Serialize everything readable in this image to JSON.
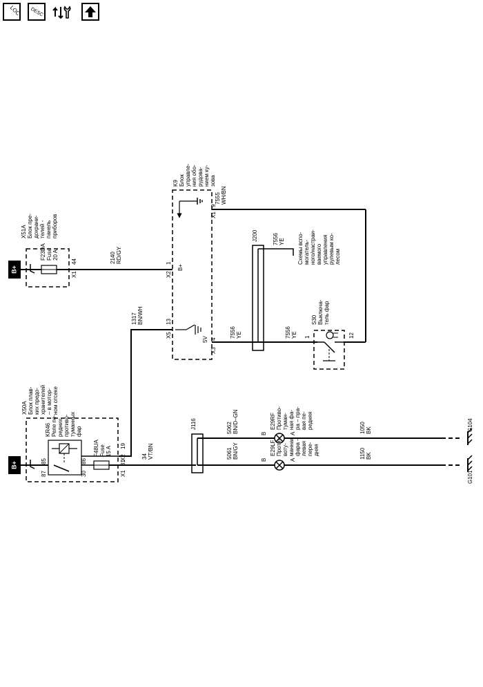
{
  "toolbar": {
    "loc_label": "LOC",
    "desc_label": "DESC",
    "colors": {
      "ink": "#000000",
      "background": "#ffffff"
    }
  },
  "diagram": {
    "supply_top": "B+",
    "supply_bottom": "B+",
    "x51a_name": "X51A",
    "x51a_desc": [
      "Блок пре-",
      "дохрани-",
      "телей -",
      "панель",
      "приборов"
    ],
    "f23da_name": "F23DA",
    "f23da_type": "Fuse",
    "f23da_rating": "20 A",
    "x1_top": "X1",
    "pin_44": "44",
    "wire_2140": "2140",
    "wire_2140_color": "RD/GY",
    "k9_name": "K9",
    "k9_desc": [
      "Блок",
      "управле-",
      "ния обо-",
      "рудова-",
      "нием ку-",
      "зова"
    ],
    "k9_x2": "X2",
    "pin_1": "1",
    "k9_bplus": "B+",
    "k9_x1": "X1",
    "pin_9": "9",
    "wire_7555": "7555",
    "wire_7555_color": "WH/BN",
    "k9_x5": "X5",
    "pin_13": "13",
    "k9_5v": "5V",
    "k9_x3": "X3",
    "pin_4": "4",
    "wire_1317": "1317",
    "wire_1317_color": "BN/WH",
    "wire_7556_a": "7556",
    "wire_7556_a_color": "YE",
    "wire_7556_b": "7556",
    "wire_7556_b_color": "YE",
    "wire_7556_c": "7556",
    "wire_7556_c_color": "YE",
    "j200": "J200",
    "aux_desc": [
      "Схемы вспо-",
      "могатель-",
      "ного/настраи-",
      "ваемого",
      "управления",
      "рулевым ко-",
      "лесом"
    ],
    "s30_name": "S30",
    "s30_desc": [
      "Выключа-",
      "тель фар"
    ],
    "s30_pin1": "1",
    "s30_pin12": "12",
    "x50a_name": "X50A",
    "x50a_desc": [
      "Блок плав-",
      "ких предо-",
      "хранителей",
      "– в мотор-",
      "ном отсеке"
    ],
    "kr46_name": "KR46",
    "kr46_desc": [
      "Реле пе-",
      "редних",
      "противо-",
      "туманных",
      "фар"
    ],
    "relay_85": "85",
    "relay_86": "86",
    "relay_87": "87",
    "relay_30": "30",
    "x2_bottom": "X2",
    "pin_19": "19",
    "f48ua_name": "F48UA",
    "f48ua_type": "Fuse",
    "f48ua_rating": "15 A",
    "x1_bottom": "X1",
    "pin_31": "31",
    "wire_34": "34",
    "wire_34_color": "VT/BN",
    "j116": "J116",
    "wire_5062": "5062",
    "wire_5062_color": "BN/D–GN",
    "wire_5061": "5061",
    "wire_5061_color": "BN/GY",
    "e29rf_name": "E29RF",
    "e29rf_desc": [
      "Противо-",
      "туман-",
      "ная фа-",
      "ра – пра-",
      "вая пе-",
      "редняя"
    ],
    "e29lf_name": "E29LF",
    "e29lf_desc": [
      "Проти-",
      "вотy-",
      "манная",
      "фара –",
      "левая",
      "пере-",
      "дняя"
    ],
    "pin_a_rf": "A",
    "pin_b_rf": "B",
    "pin_a_lf": "A",
    "pin_b_lf": "B",
    "wire_1050": "1050",
    "wire_1050_color": "BK",
    "wire_1150": "1150",
    "wire_1150_color": "BK",
    "g104": "G104",
    "g101": "G101"
  }
}
